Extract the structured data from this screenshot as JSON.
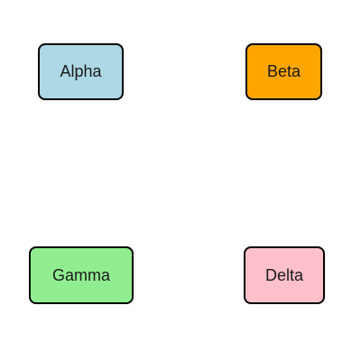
{
  "nodes": [
    {
      "label": "Alpha",
      "color": "#add8e6"
    },
    {
      "label": "Beta",
      "color": "#ffa500"
    },
    {
      "label": "Gamma",
      "color": "#90ee90"
    },
    {
      "label": "Delta",
      "color": "#ffc0cb"
    }
  ]
}
